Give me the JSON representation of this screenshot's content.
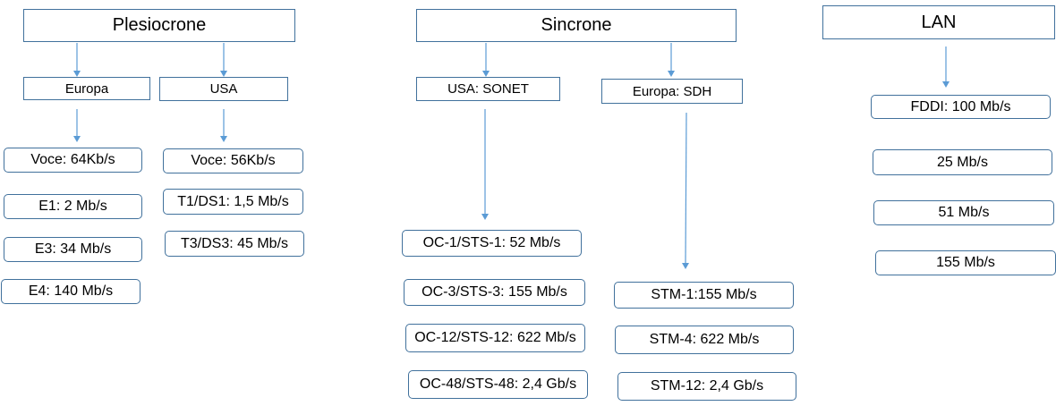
{
  "groups": {
    "plesiocrone": {
      "title": "Plesiocrone",
      "europa": {
        "label": "Europa",
        "items": [
          "Voce: 64Kb/s",
          "E1: 2 Mb/s",
          "E3: 34 Mb/s",
          "E4: 140 Mb/s"
        ]
      },
      "usa": {
        "label": "USA",
        "items": [
          "Voce: 56Kb/s",
          "T1/DS1: 1,5 Mb/s",
          "T3/DS3: 45 Mb/s"
        ]
      }
    },
    "sincrone": {
      "title": "Sincrone",
      "sonet": {
        "label": "USA: SONET",
        "items": [
          "OC-1/STS-1: 52 Mb/s",
          "OC-3/STS-3: 155 Mb/s",
          "OC-12/STS-12: 622 Mb/s",
          "OC-48/STS-48: 2,4 Gb/s"
        ]
      },
      "sdh": {
        "label": "Europa: SDH",
        "items": [
          "STM-1:155 Mb/s",
          "STM-4: 622 Mb/s",
          "STM-12: 2,4 Gb/s"
        ]
      }
    },
    "lan": {
      "title": "LAN",
      "items": [
        "FDDI: 100 Mb/s",
        "25 Mb/s",
        "51 Mb/s",
        "155 Mb/s"
      ]
    }
  },
  "colors": {
    "box_border": "#41719c",
    "arrow": "#5b9bd5"
  }
}
